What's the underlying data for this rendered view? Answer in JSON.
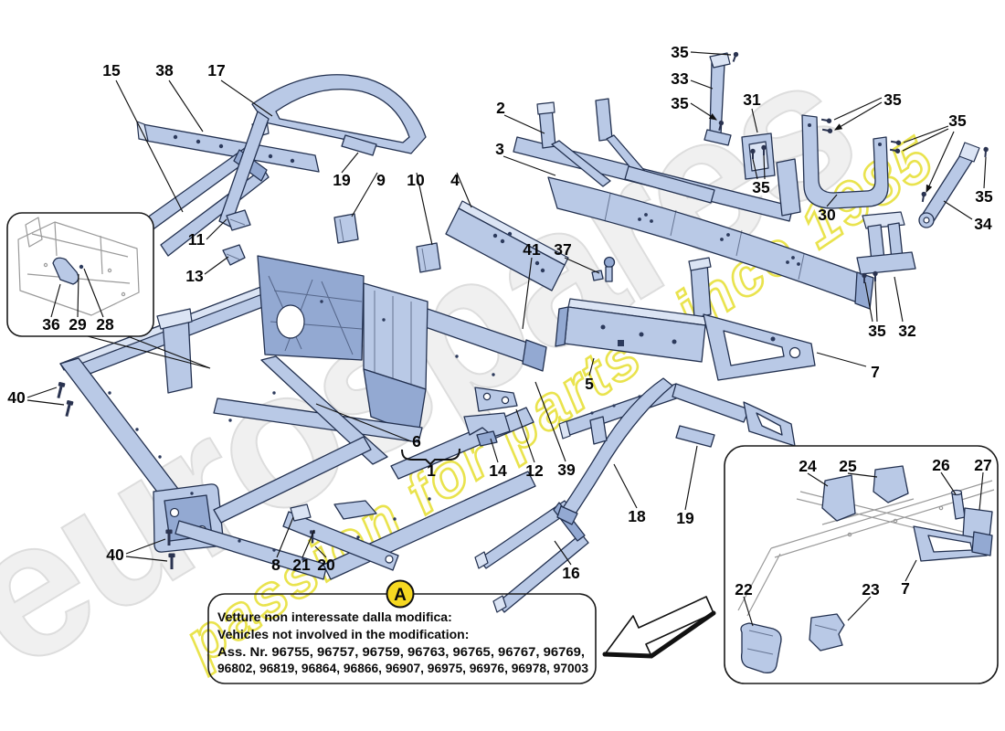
{
  "diagram": {
    "watermark": {
      "brand": "eurospares",
      "tagline": "passion for parts since 1985"
    },
    "callouts": {
      "n1": "1",
      "n2": "2",
      "n3": "3",
      "n4": "4",
      "n5": "5",
      "n6": "6",
      "n7": "7",
      "n8": "8",
      "n9": "9",
      "n10": "10",
      "n11": "11",
      "n12": "12",
      "n13": "13",
      "n14": "14",
      "n15": "15",
      "n16": "16",
      "n17": "17",
      "n18": "18",
      "n19": "19",
      "n20": "20",
      "n21": "21",
      "n22": "22",
      "n23": "23",
      "n24": "24",
      "n25": "25",
      "n26": "26",
      "n27": "27",
      "n28": "28",
      "n29": "29",
      "n30": "30",
      "n31": "31",
      "n32": "32",
      "n33": "33",
      "n34": "34",
      "n35": "35",
      "n36": "36",
      "n37": "37",
      "n38": "38",
      "n39": "39",
      "n40": "40",
      "n41": "41"
    },
    "note_box": {
      "badge": "A",
      "line_it": "Vetture non interessate dalla modifica:",
      "line_en": "Vehicles not involved in the modification:",
      "line_nums1": "Ass. Nr. 96755, 96757, 96759, 96763, 96765, 96767, 96769,",
      "line_nums2": "96802, 96819, 96864, 96866, 96907, 96975, 96976, 96978, 97003"
    },
    "colors": {
      "part_fill": "#b9c9e6",
      "part_shade": "#93a9d2",
      "part_light": "#dbe4f4",
      "outline": "#22304f",
      "badge_yellow": "#f6d821",
      "watermark_gray": "#f0f0f0",
      "watermark_yellow": "#e8e13e"
    }
  }
}
